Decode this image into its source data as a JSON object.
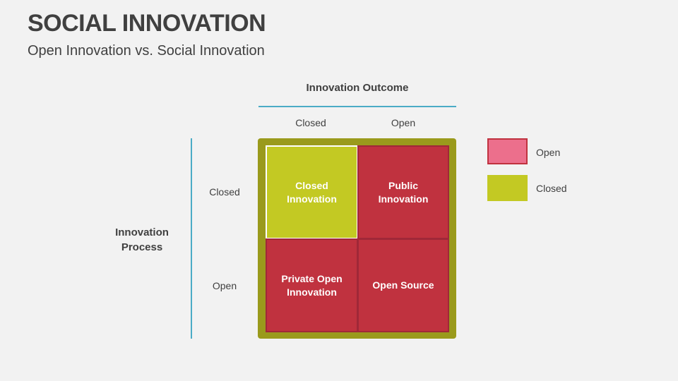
{
  "header": {
    "title": "SOCIAL INNOVATION",
    "subtitle": "Open Innovation vs. Social Innovation"
  },
  "matrix": {
    "outcome_heading": "Innovation Outcome",
    "process_heading": "Innovation Process",
    "columns": [
      "Closed",
      "Open"
    ],
    "rows": [
      "Closed",
      "Open"
    ],
    "cells": [
      {
        "label": "Closed Innovation",
        "type": "Closed"
      },
      {
        "label": "Public Innovation",
        "type": "Open"
      },
      {
        "label": "Private Open Innovation",
        "type": "Open"
      },
      {
        "label": "Open Source",
        "type": "Open"
      }
    ]
  },
  "legend": [
    {
      "label": "Open",
      "color": "#ec6f8c"
    },
    {
      "label": "Closed",
      "color": "#c3c923"
    }
  ],
  "colors": {
    "frame": "#9a9a1c",
    "open_cell": "#c0323f",
    "closed_cell": "#c3c923",
    "axis_line": "#4bacc6"
  }
}
